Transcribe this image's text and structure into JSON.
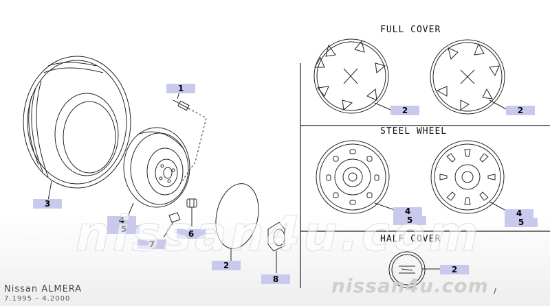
{
  "sections": {
    "full_cover": "FULL COVER",
    "steel_wheel": "STEEL WHEEL",
    "half_cover": "HALF COVER"
  },
  "callouts": {
    "c1": "1",
    "c2_full_left": "2",
    "c2_full_right": "2",
    "c2_cap": "2",
    "c2_half": "2",
    "c3": "3",
    "c4_main": "4",
    "c5_main": "5",
    "c6": "6",
    "c7": "7",
    "c8": "8",
    "c4_steel_left": "4",
    "c5_steel_left": "5",
    "c4_steel_right": "4",
    "c5_steel_right": "5"
  },
  "watermark": "nissan4u.com",
  "watermark_corner": "nissan4u.com",
  "model": "Nissan ALMERA",
  "dates": "7.1995 – 4.2000",
  "page_mark": "/"
}
